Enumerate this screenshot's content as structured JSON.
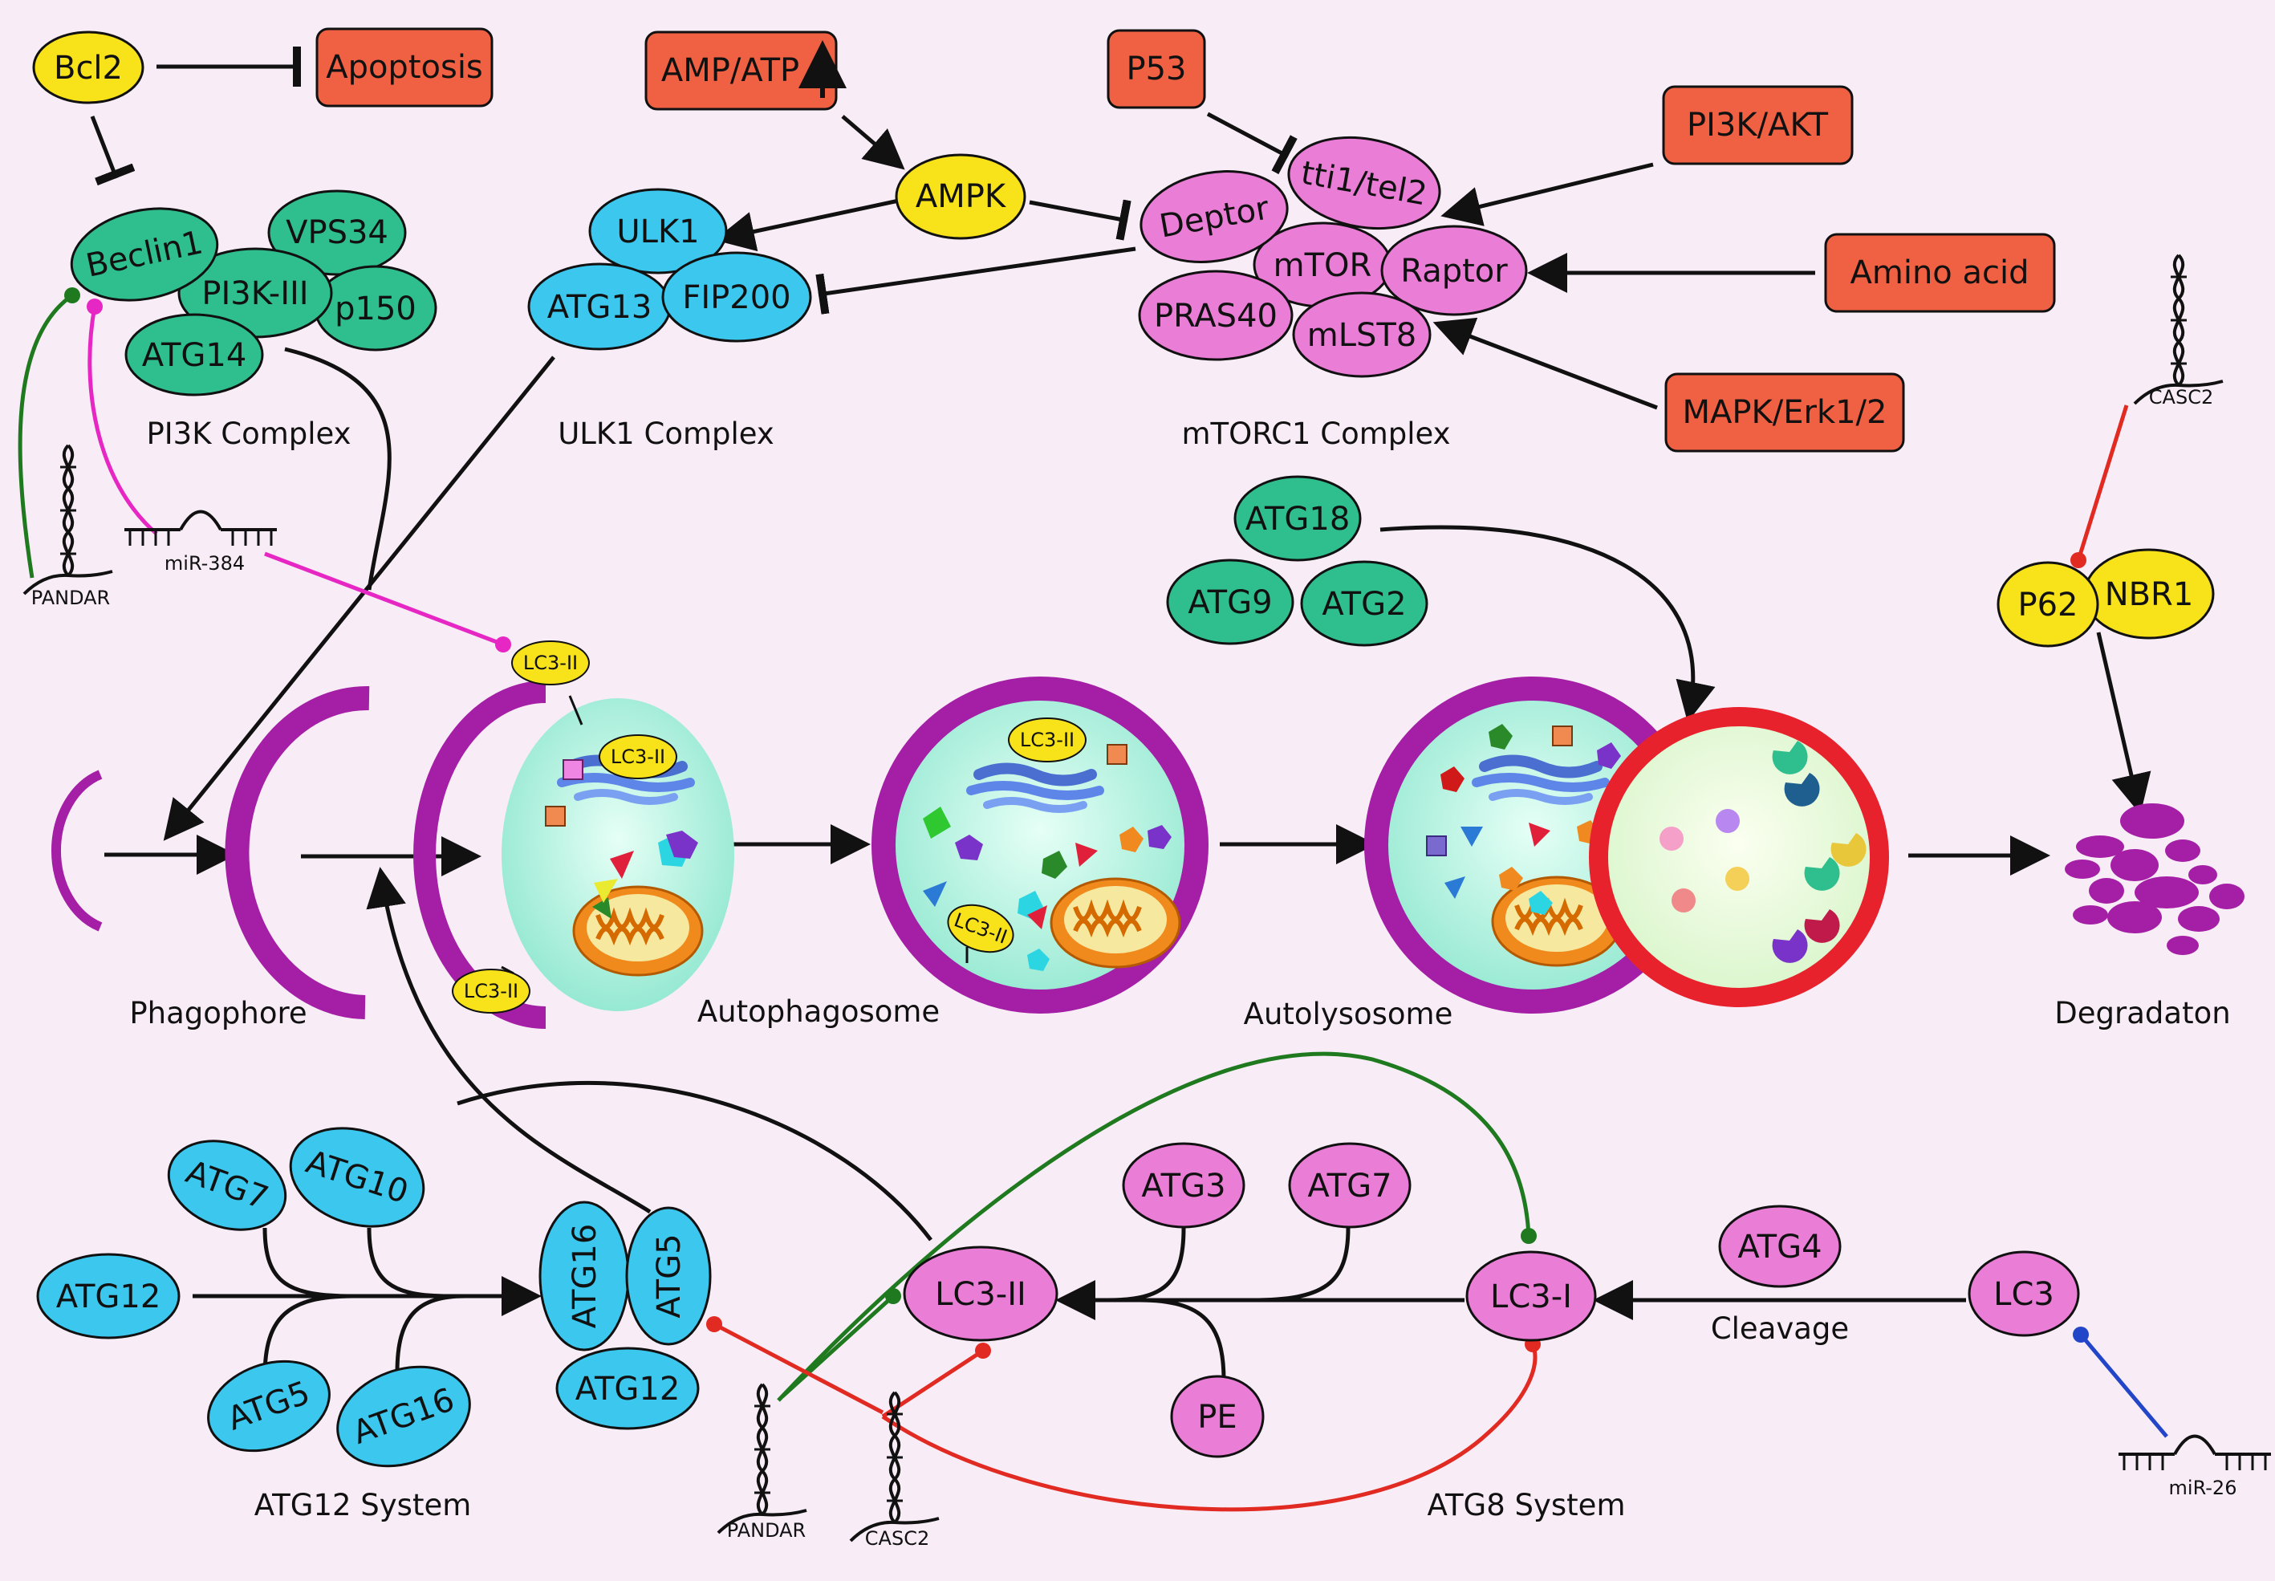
{
  "colors": {
    "background": "#f8edf6",
    "red_box": "#ef6142",
    "yellow": "#f8e21a",
    "teal": "#2fbf8f",
    "cyan": "#3cc8ee",
    "pink": "#ea7ed6",
    "purple": "#a41fa5",
    "lysosome_red": "#e8222c",
    "inhibit_pink": "#e627c4",
    "inhibit_green": "#1f7a1f",
    "inhibit_red": "#e12a22",
    "inhibit_blue": "#2346c9"
  },
  "upstream": {
    "bcl2": "Bcl2",
    "apoptosis": "Apoptosis",
    "amp_atp": "AMP/ATP",
    "ampk": "AMPK",
    "p53": "P53",
    "pi3k_akt": "PI3K/AKT",
    "amino_acid": "Amino acid",
    "mapk": "MAPK/Erk1/2"
  },
  "pi3k_complex": {
    "caption": "PI3K Complex",
    "beclin1": "Beclin1",
    "vps34": "VPS34",
    "pi3k_iii": "PI3K-III",
    "p150": "p150",
    "atg14": "ATG14"
  },
  "ulk1_complex": {
    "caption": "ULK1 Complex",
    "ulk1": "ULK1",
    "atg13": "ATG13",
    "fip200": "FIP200"
  },
  "mtorc1_complex": {
    "caption": "mTORC1 Complex",
    "tti1": "tti1/tel2",
    "deptor": "Deptor",
    "mtor": "mTOR",
    "raptor": "Raptor",
    "pras40": "PRAS40",
    "mlst8": "mLST8"
  },
  "atg9_group": {
    "atg18": "ATG18",
    "atg9": "ATG9",
    "atg2": "ATG2"
  },
  "p62_group": {
    "p62": "P62",
    "nbr1": "NBR1"
  },
  "rna": {
    "pandar_top": "PANDAR",
    "mir384": "miR-384",
    "casc2_top": "CASC2",
    "pandar_bottom": "PANDAR",
    "casc2_bottom": "CASC2",
    "mir26": "miR-26"
  },
  "stages": {
    "phagophore": "Phagophore",
    "autophagosome": "Autophagosome",
    "autolysosome": "Autolysosome",
    "degradation": "Degradaton",
    "lc3_ii_tag": "LC3-II"
  },
  "atg12_system": {
    "caption": "ATG12 System",
    "atg7": "ATG7",
    "atg10": "ATG10",
    "atg12_in": "ATG12",
    "atg5_in": "ATG5",
    "atg16_in": "ATG16",
    "atg16": "ATG16",
    "atg5": "ATG5",
    "atg12": "ATG12"
  },
  "atg8_system": {
    "caption": "ATG8 System",
    "lc3_ii": "LC3-II",
    "atg3": "ATG3",
    "atg7": "ATG7",
    "pe": "PE",
    "lc3_i": "LC3-I",
    "atg4": "ATG4",
    "cleavage": "Cleavage",
    "lc3": "LC3"
  }
}
